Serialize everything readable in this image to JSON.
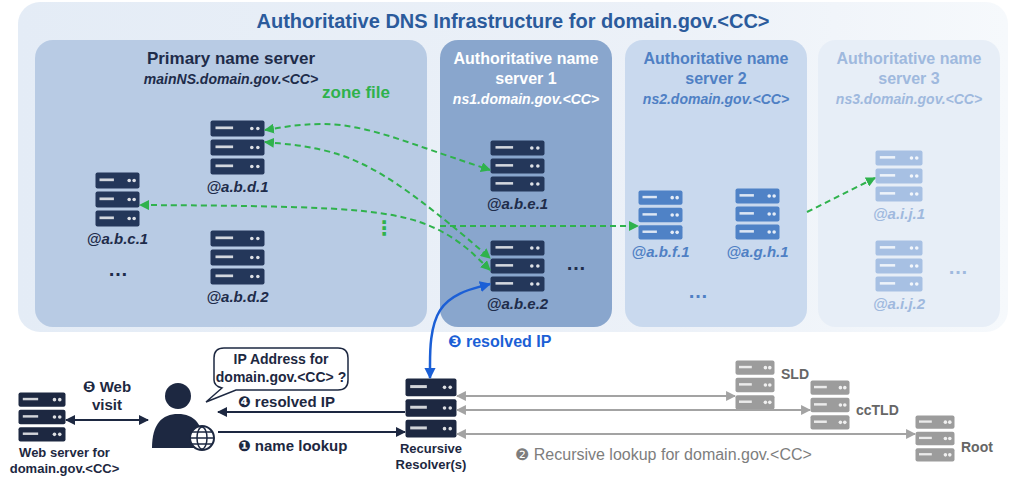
{
  "diagram": {
    "nodes": [
      {
        "text": [
          "Authoritative DNS Infrastructure for domain.gov.<CC>"
        ]
      },
      {
        "text": [
          "Primary name server",
          "mainNS.domain.gov.<CC>"
        ],
        "in": 0
      },
      {
        "text": [
          "@a.b.c.1"
        ],
        "in": 1
      },
      {
        "text": [
          "@a.b.d.1"
        ],
        "in": 1
      },
      {
        "text": [
          "@a.b.d.2"
        ],
        "in": 1
      },
      {
        "text": [
          "Authoritative name server 1",
          "ns1.domain.gov.<CC>"
        ],
        "in": 0
      },
      {
        "text": [
          "@a.b.e.1"
        ],
        "in": 5
      },
      {
        "text": [
          "@a.b.e.2"
        ],
        "in": 5
      },
      {
        "text": [
          "Authoritative name server 2",
          "ns2.domain.gov.<CC>"
        ],
        "in": 0
      },
      {
        "text": [
          "@a.b.f.1"
        ],
        "in": 8
      },
      {
        "text": [
          "@a.g.h.1"
        ],
        "in": 8
      },
      {
        "text": [
          "Authoritative name server 3",
          "ns3.domain.gov.<CC>"
        ],
        "in": 0
      },
      {
        "text": [
          "@a.i.j.1"
        ],
        "in": 11
      },
      {
        "text": [
          "@a.i.j.2"
        ],
        "in": 11
      },
      {
        "text": [
          "Web server for domain.gov.<CC>"
        ]
      },
      {
        "text": [
          "IP Address for domain.gov.<CC> ?"
        ]
      },
      {
        "text": [
          "Recursive Resolver(s)"
        ]
      },
      {
        "text": [
          "SLD"
        ]
      },
      {
        "text": [
          "ccTLD"
        ]
      },
      {
        "text": [
          "Root"
        ]
      }
    ],
    "edges": [
      {
        "from": 3,
        "to": 6,
        "label": "zone file",
        "arrow": "both"
      },
      {
        "from": 3,
        "to": 7,
        "arrow": "both"
      },
      {
        "from": 7,
        "to": 2,
        "arrow": "both"
      },
      {
        "from": 5,
        "to": 9,
        "arrow": "to"
      },
      {
        "from": 8,
        "to": 12,
        "arrow": "to"
      },
      {
        "from": 16,
        "to": 7,
        "label": "❸ resolved IP",
        "arrow": "both"
      },
      {
        "from": 16,
        "to": 15,
        "label": "❹ resolved IP",
        "arrow": "to"
      },
      {
        "from": 15,
        "to": 16,
        "label": "❶ name lookup",
        "arrow": "to"
      },
      {
        "from": 14,
        "to": 15,
        "label": "❺ Web visit",
        "arrow": "both"
      },
      {
        "from": 16,
        "to": 17,
        "arrow": "both"
      },
      {
        "from": 16,
        "to": 18,
        "arrow": "both"
      },
      {
        "from": 16,
        "to": 19,
        "label": "❷ Recursive lookup for domain.gov.<CC>",
        "arrow": "both"
      }
    ],
    "labels": [
      "…",
      "⋮",
      "…",
      "…",
      "…"
    ]
  }
}
